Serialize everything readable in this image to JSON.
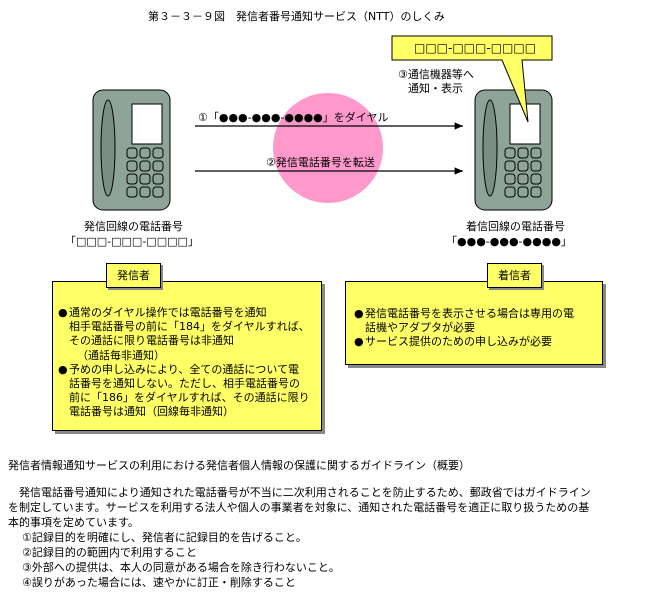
{
  "title": "第３－３－９図　発信者番号通知サービス（NTT）のしくみ",
  "display_box": "□□□-□□□-□□□□",
  "step3": [
    "③通信機器等へ",
    "通知・表示"
  ],
  "step1": "①「●●●-●●●-●●●●」をダイヤル",
  "step2": "②発信電話番号を転送",
  "caller_line": {
    "label": "発信回線の電話番号",
    "number": "「□□□-□□□-□□□□」"
  },
  "callee_line": {
    "label": "着信回線の電話番号",
    "number": "「●●●-●●●-●●●●」"
  },
  "caller_tag": "発信者",
  "callee_tag": "着信者",
  "bullet_mark": "●",
  "caller_box": [
    {
      "lines": [
        "通常のダイヤル操作では電話番号を通知",
        "相手電話番号の前に「184」をダイヤルすれば、",
        "その通話に限り電話番号は非通知"
      ],
      "note": "（通話毎非通知）"
    },
    {
      "lines": [
        "予めの申し込みにより、全ての通話について電",
        "話番号を通知しない。ただし、相手電話番号の",
        "前に「186」をダイヤルすれば、その通話に限り",
        "電話番号は通知（回線毎非通知）"
      ]
    }
  ],
  "callee_box": [
    {
      "lines": [
        "発信電話番号を表示させる場合は専用の電",
        "話機やアダプタが必要"
      ]
    },
    {
      "lines": [
        "サービス提供のための申し込みが必要"
      ]
    }
  ],
  "guideline": {
    "heading": "発信者情報通知サービスの利用における発信者個人情報の保護に関するガイドライン（概要）",
    "body": [
      "　発信電話番号通知により通知された電話番号が不当に二次利用されることを防止するため、郵政省ではガイドライン",
      "を制定しています。サービスを利用する法人や個人の事業者を対象に、通知された電話番号を適正に取り扱うための基",
      "本的事項を定めています。"
    ],
    "items": [
      "①記録目的を明確にし、発信者に記録目的を告げること。",
      "②記録目的の範囲内で利用すること",
      "③外部への提供は、本人の同意がある場合を除き行わないこと。",
      "④誤りがあった場合には、速やかに訂正・削除すること"
    ]
  },
  "colors": {
    "phone": "#8fa498",
    "circle": "#ff99cc",
    "box": "#ffff66",
    "shadow": "#888888"
  }
}
